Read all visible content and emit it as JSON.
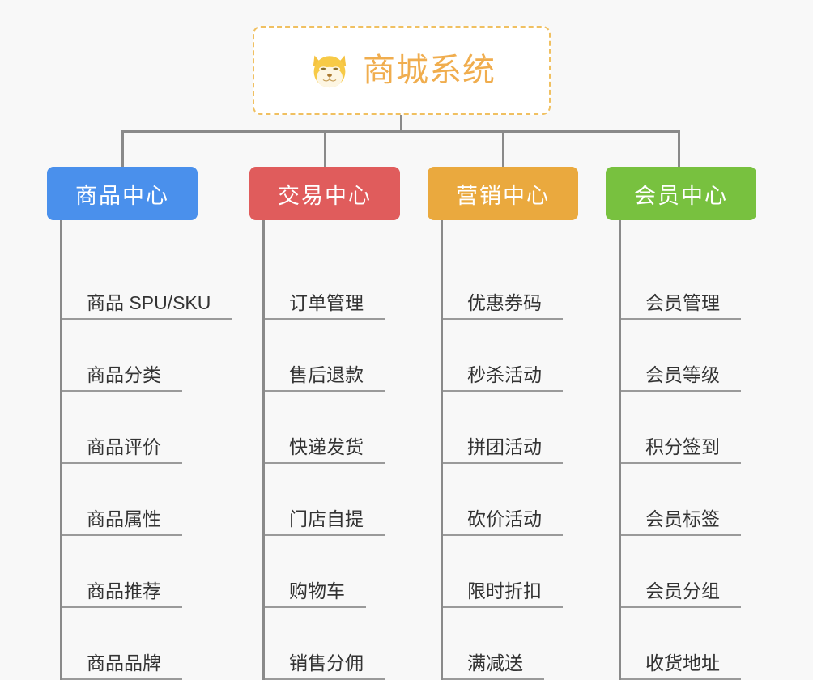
{
  "canvas": {
    "background": "#f8f8f8",
    "line_color": "#8a8a8a"
  },
  "root": {
    "title": "商城系统",
    "icon": "shiba-dog-icon",
    "border_color": "#f0c061",
    "text_color": "#f0ad4e",
    "background": "#ffffff"
  },
  "branches": [
    {
      "label": "商品中心",
      "color": "#4a90ec",
      "items": [
        "商品 SPU/SKU",
        "商品分类",
        "商品评价",
        "商品属性",
        "商品推荐",
        "商品品牌"
      ]
    },
    {
      "label": "交易中心",
      "color": "#e05c5c",
      "items": [
        "订单管理",
        "售后退款",
        "快递发货",
        "门店自提",
        "购物车",
        "销售分佣"
      ]
    },
    {
      "label": "营销中心",
      "color": "#eaa93e",
      "items": [
        "优惠券码",
        "秒杀活动",
        "拼团活动",
        "砍价活动",
        "限时折扣",
        "满减送"
      ]
    },
    {
      "label": "会员中心",
      "color": "#78c13f",
      "items": [
        "会员管理",
        "会员等级",
        "积分签到",
        "会员标签",
        "会员分组",
        "收货地址"
      ]
    }
  ]
}
